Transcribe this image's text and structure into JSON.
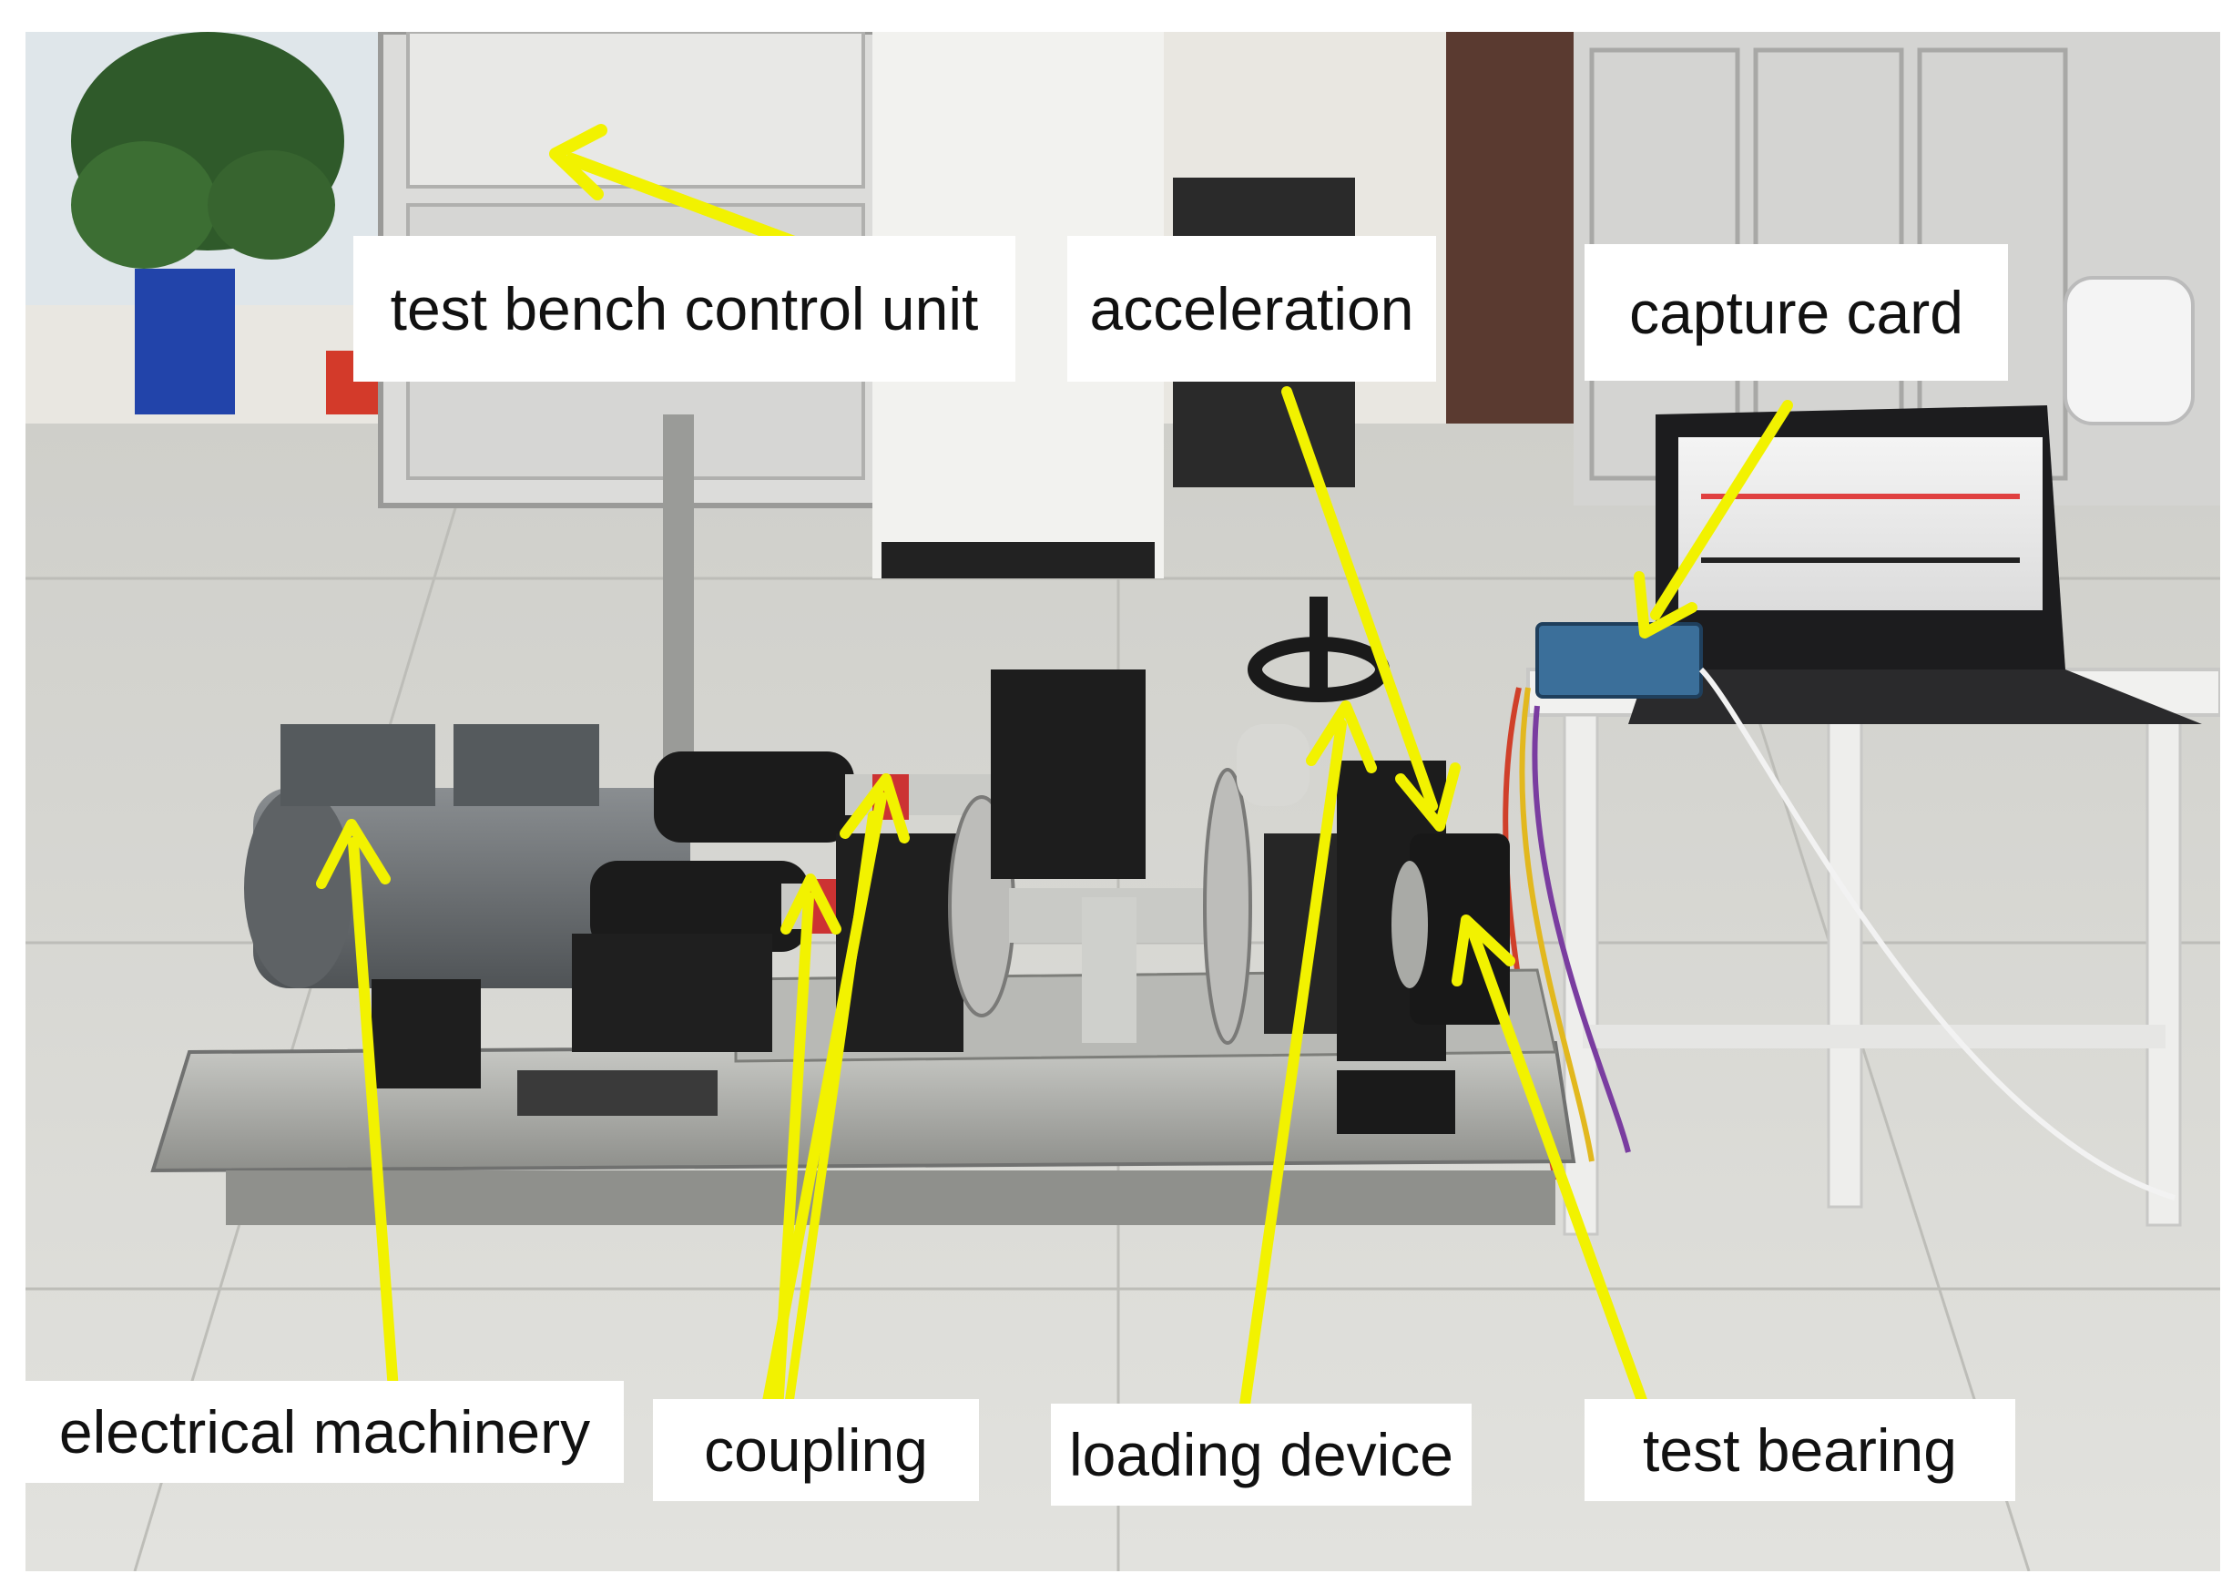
{
  "labels": {
    "test_bench_control_unit": "test bench control unit",
    "acceleration": "acceleration",
    "capture_card": "capture card",
    "electrical_machinery": "electrical machinery",
    "coupling": "coupling",
    "loading_device": "loading device",
    "test_bearing": "test bearing"
  },
  "colors": {
    "arrow": "#f2f200",
    "arrow_outline": "#3a3a00",
    "label_background": "#ffffff",
    "floor": "#d9d9d4",
    "wall": "#e8e6e0",
    "machine_dark": "#1c1c1c",
    "motor_grey": "#6f7376",
    "base_plate": "#a9aaa6"
  }
}
